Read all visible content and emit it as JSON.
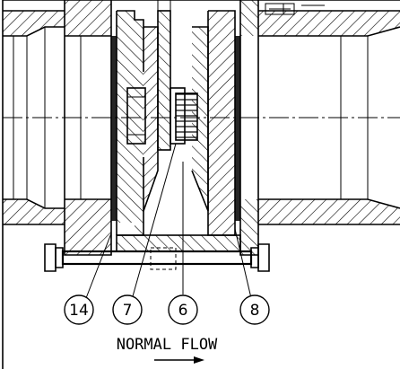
{
  "balloons": [
    {
      "label": "14"
    },
    {
      "label": "7"
    },
    {
      "label": "6"
    },
    {
      "label": "8"
    }
  ],
  "flow_label": "NORMAL FLOW"
}
